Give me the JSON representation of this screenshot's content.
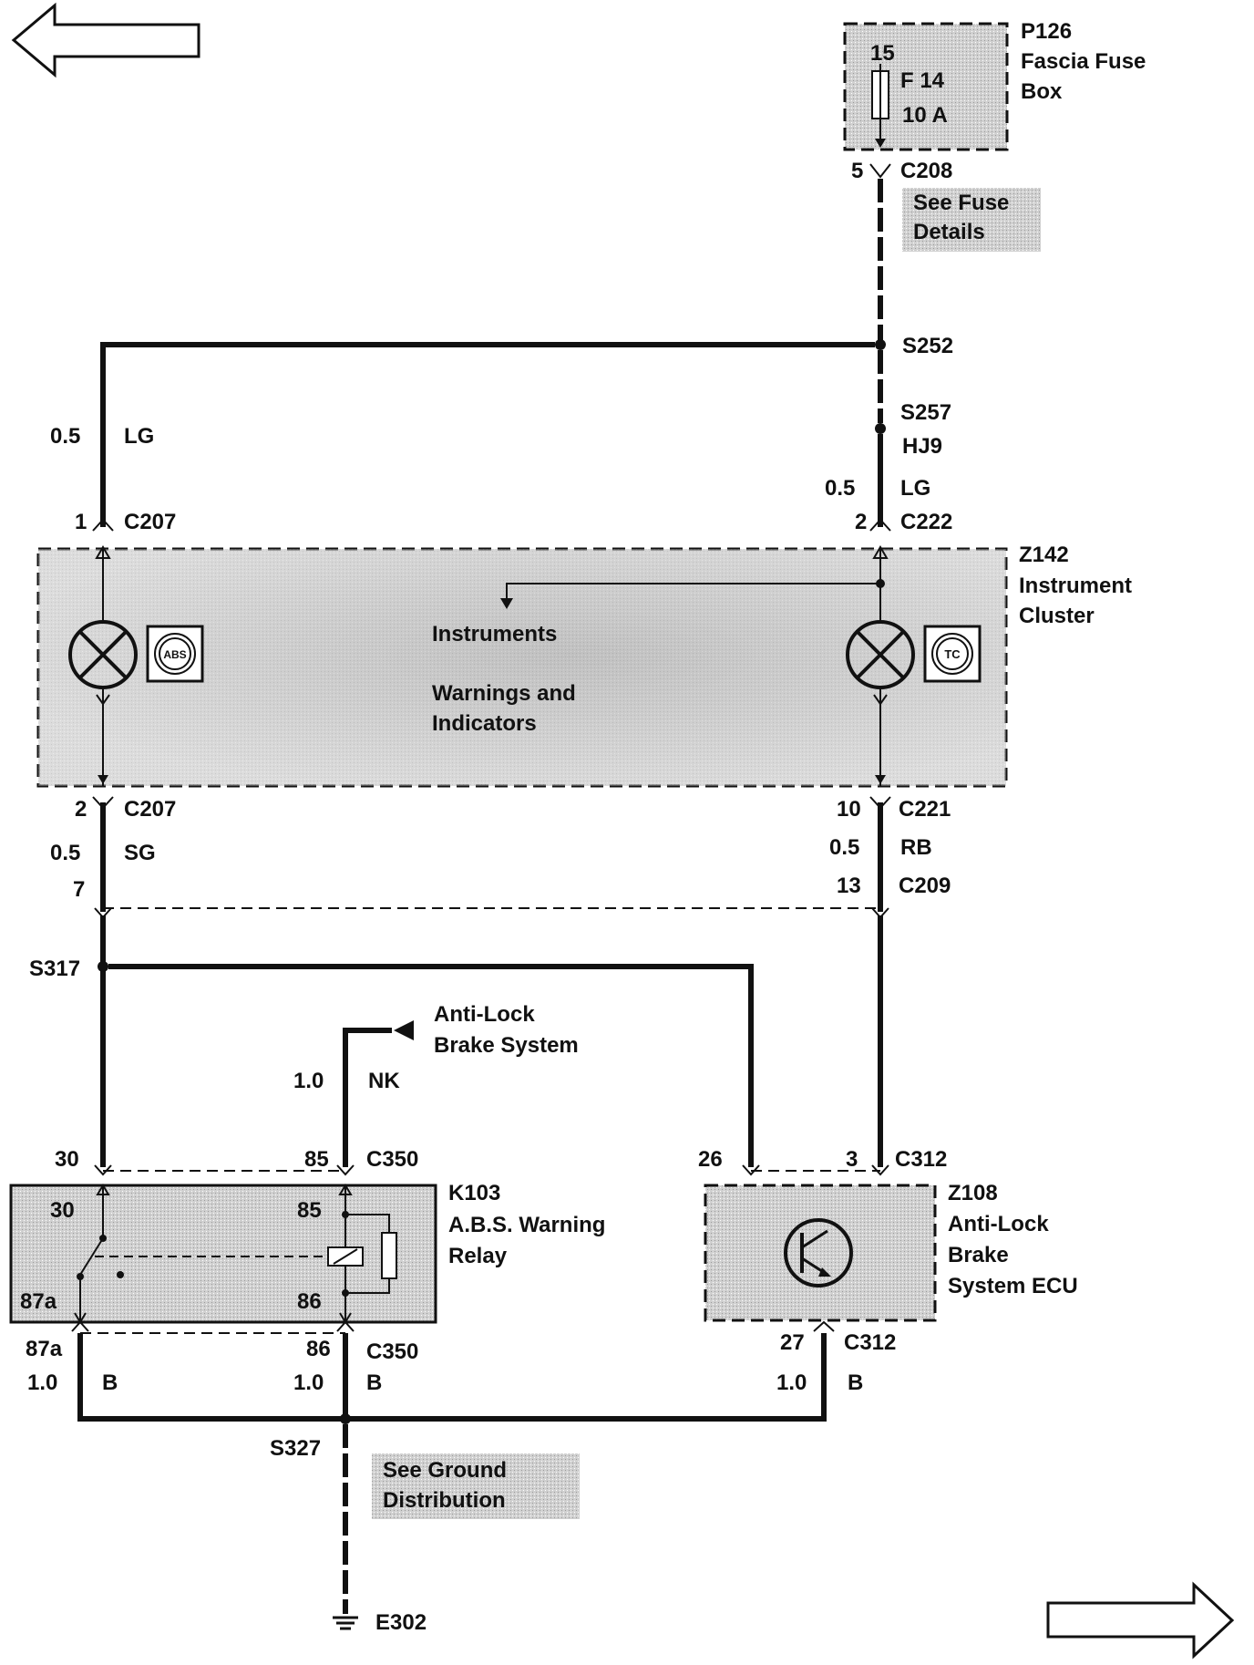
{
  "fuse_box": {
    "id": "P126",
    "name_line1": "Fascia Fuse",
    "name_line2": "Box",
    "pin": "15",
    "fuse": "F 14",
    "rating": "10 A"
  },
  "c208": {
    "pin": "5",
    "connector": "C208"
  },
  "note_fuse": {
    "line1": "See Fuse",
    "line2": "Details"
  },
  "s252": "S252",
  "s257": "S257",
  "hj9": "HJ9",
  "left_wire_top": {
    "size": "0.5",
    "color": "LG"
  },
  "right_wire_top": {
    "size": "0.5",
    "color": "LG"
  },
  "c207_top": {
    "pin": "1",
    "connector": "C207"
  },
  "c222": {
    "pin": "2",
    "connector": "C222"
  },
  "cluster": {
    "id": "Z142",
    "name_line1": "Instrument",
    "name_line2": "Cluster",
    "instruments": "Instruments",
    "warn_line1": "Warnings and",
    "warn_line2": "Indicators",
    "abs_symbol": "ABS",
    "tc_symbol": "TC"
  },
  "c207_bot": {
    "pin": "2",
    "connector": "C207"
  },
  "c221": {
    "pin": "10",
    "connector": "C221"
  },
  "left_wire_mid": {
    "size": "0.5",
    "color": "SG"
  },
  "right_wire_mid": {
    "size": "0.5",
    "color": "RB"
  },
  "c209": {
    "left_pin": "7",
    "right_pin": "13",
    "connector": "C209"
  },
  "s317": "S317",
  "abs_feed": {
    "line1": "Anti-Lock",
    "line2": "Brake System"
  },
  "nk_wire": {
    "size": "1.0",
    "color": "NK"
  },
  "c350_top": {
    "pin30": "30",
    "pin85": "85",
    "connector": "C350"
  },
  "c312_top": {
    "pin26": "26",
    "pin3": "3",
    "connector": "C312"
  },
  "relay": {
    "id": "K103",
    "name_line1": "A.B.S. Warning",
    "name_line2": "Relay",
    "pin30": "30",
    "pin85": "85",
    "pin87a": "87a",
    "pin86": "86"
  },
  "ecu": {
    "id": "Z108",
    "name_line1": "Anti-Lock",
    "name_line2": "Brake",
    "name_line3": "System ECU"
  },
  "c350_bot": {
    "pin87a": "87a",
    "pin86": "86",
    "connector": "C350"
  },
  "c312_bot": {
    "pin": "27",
    "connector": "C312"
  },
  "ground_wires": {
    "size_a": "1.0",
    "color_a": "B",
    "size_b": "1.0",
    "color_b": "B",
    "size_c": "1.0",
    "color_c": "B"
  },
  "s327": "S327",
  "note_ground": {
    "line1": "See Ground",
    "line2": "Distribution"
  },
  "e302": "E302"
}
